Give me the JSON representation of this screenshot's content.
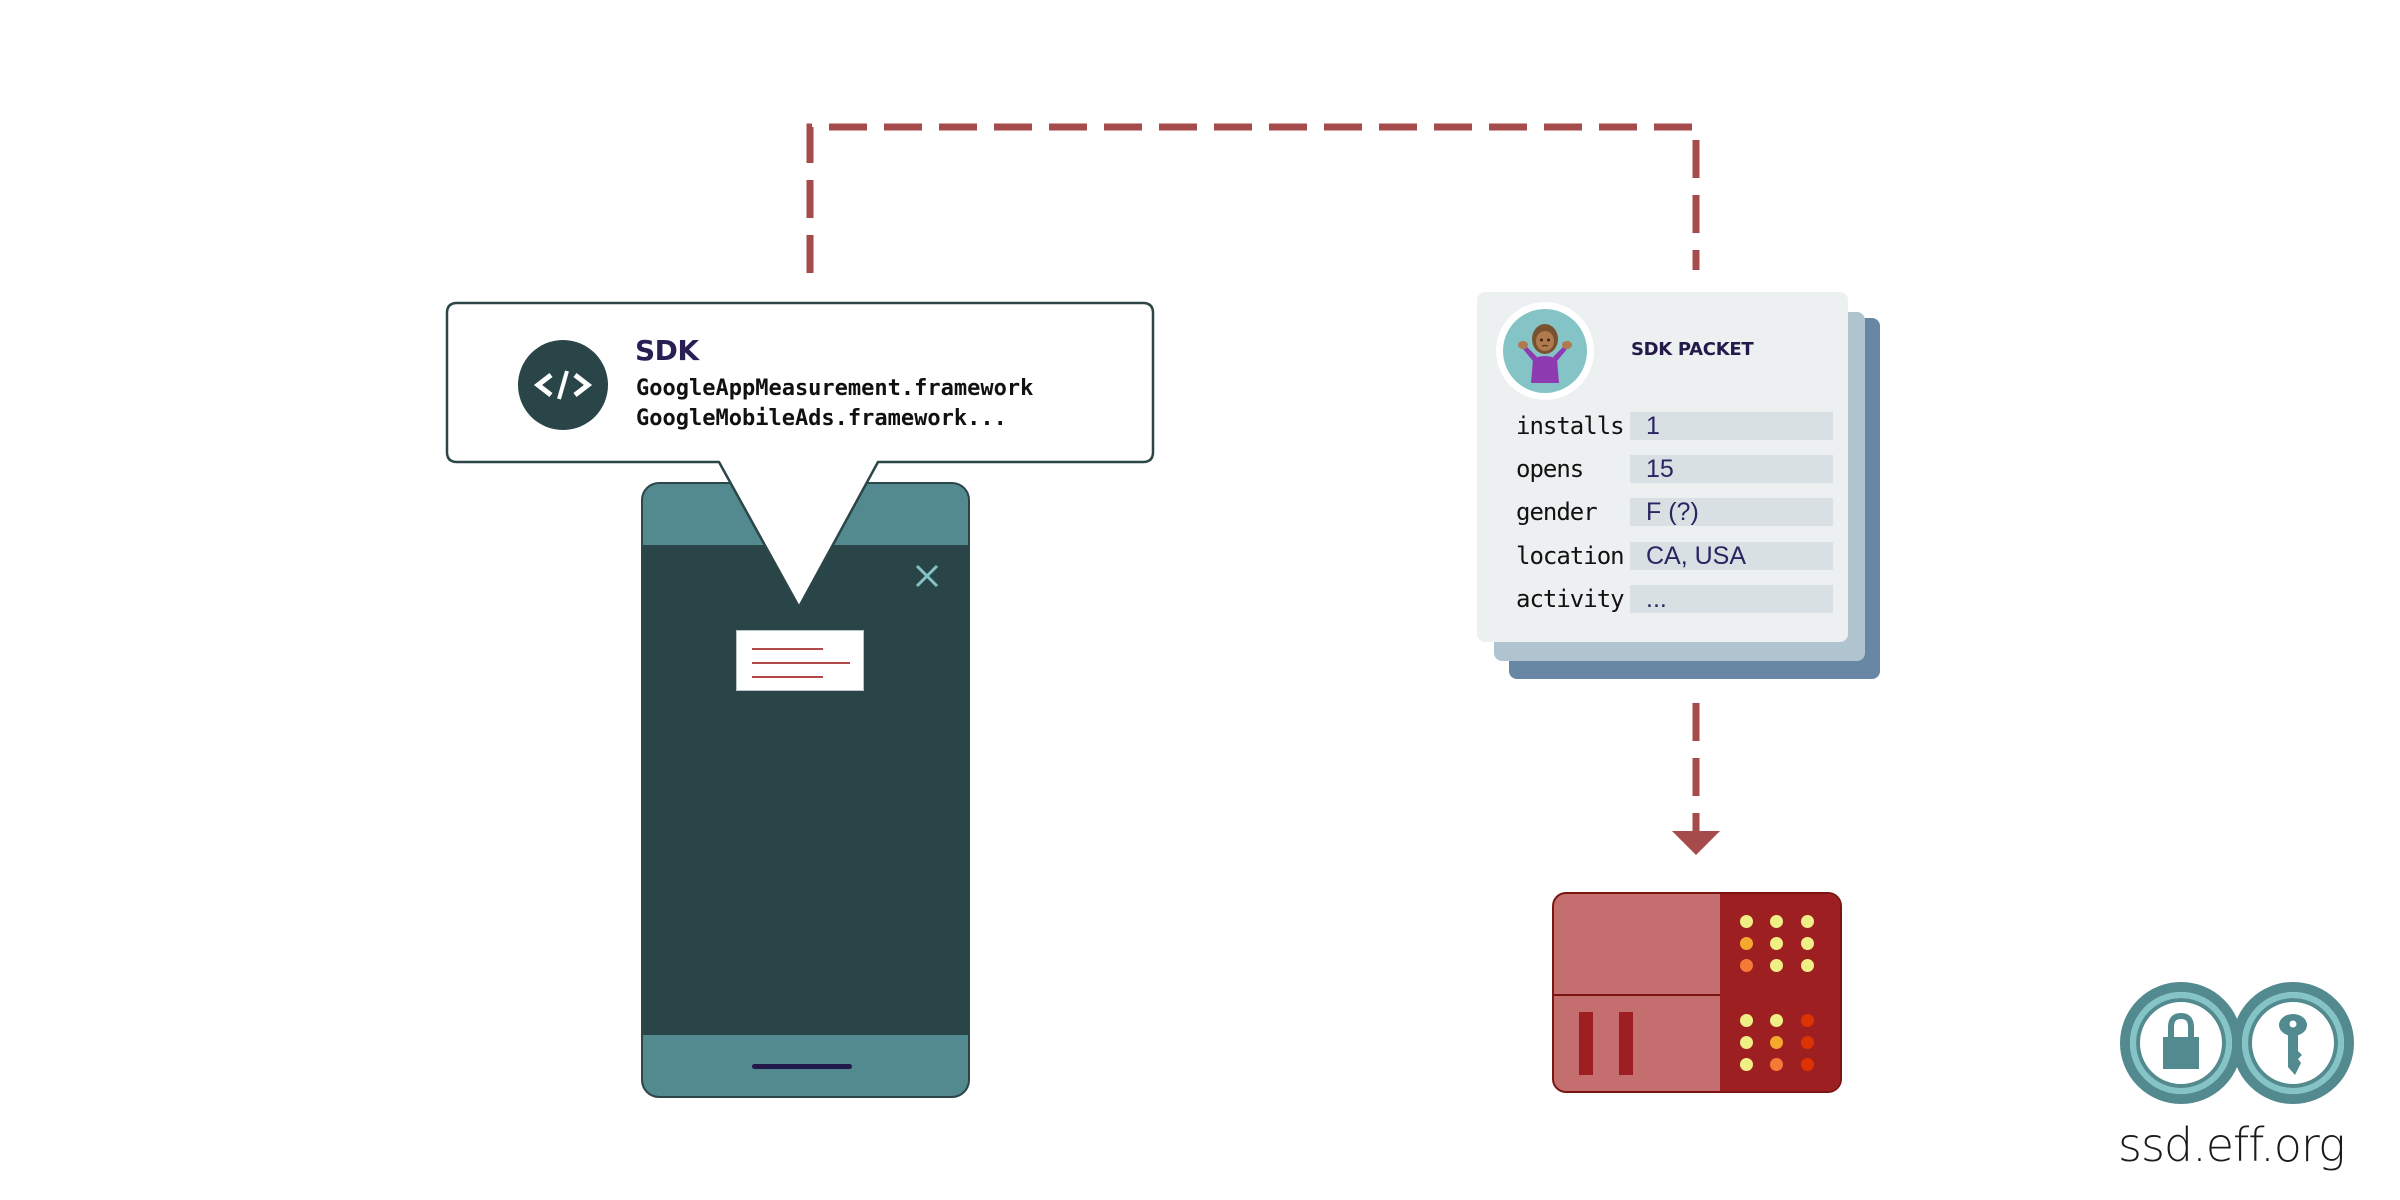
{
  "colors": {
    "connector": "#a54b4b",
    "phone_dark": "#2a4548",
    "phone_teal": "#528a8f",
    "bubble_border": "#2c4648",
    "card_front": "#ecf0f1",
    "card_mid": "#b0c4d0",
    "card_back": "#6787a4",
    "server_light": "#c56e6f",
    "server_dark": "#9e1f22",
    "logo_teal": "#528a8f",
    "logo_light": "#84c4c6"
  },
  "sdk_bubble": {
    "icon": "code-icon",
    "icon_glyph": "</>",
    "title": "SDK",
    "lines": [
      "GoogleAppMeasurement.framework",
      "GoogleMobileAds.framework..."
    ]
  },
  "phone": {
    "close_icon": "close-icon",
    "ad_card_lines": 3
  },
  "sdk_packet": {
    "title": "SDK PACKET",
    "avatar_icon": "person-shrugging-emoji",
    "avatar_glyph": "🤷‍♀️",
    "rows": [
      {
        "label": "installs",
        "value": "1"
      },
      {
        "label": "opens",
        "value": "15"
      },
      {
        "label": "gender",
        "value": "F (?)"
      },
      {
        "label": "location",
        "value": "CA, USA"
      },
      {
        "label": "activity",
        "value": "..."
      }
    ]
  },
  "server": {
    "icon": "server-icon",
    "top_dots": [
      "#f0ef85",
      "#f0ef85",
      "#f0ef85",
      "#f5a82e",
      "#f0ef85",
      "#f0ef85",
      "#f47a36",
      "#f0ef85",
      "#f0ef85"
    ],
    "bottom_dots": [
      "#f0ef85",
      "#f0ef85",
      "#dd3300",
      "#f0ef85",
      "#f5a82e",
      "#dd3300",
      "#f0ef85",
      "#f47a36",
      "#dd3300"
    ]
  },
  "logo": {
    "text": "ssd.eff.org",
    "left_icon": "lock-icon",
    "right_icon": "key-icon"
  }
}
